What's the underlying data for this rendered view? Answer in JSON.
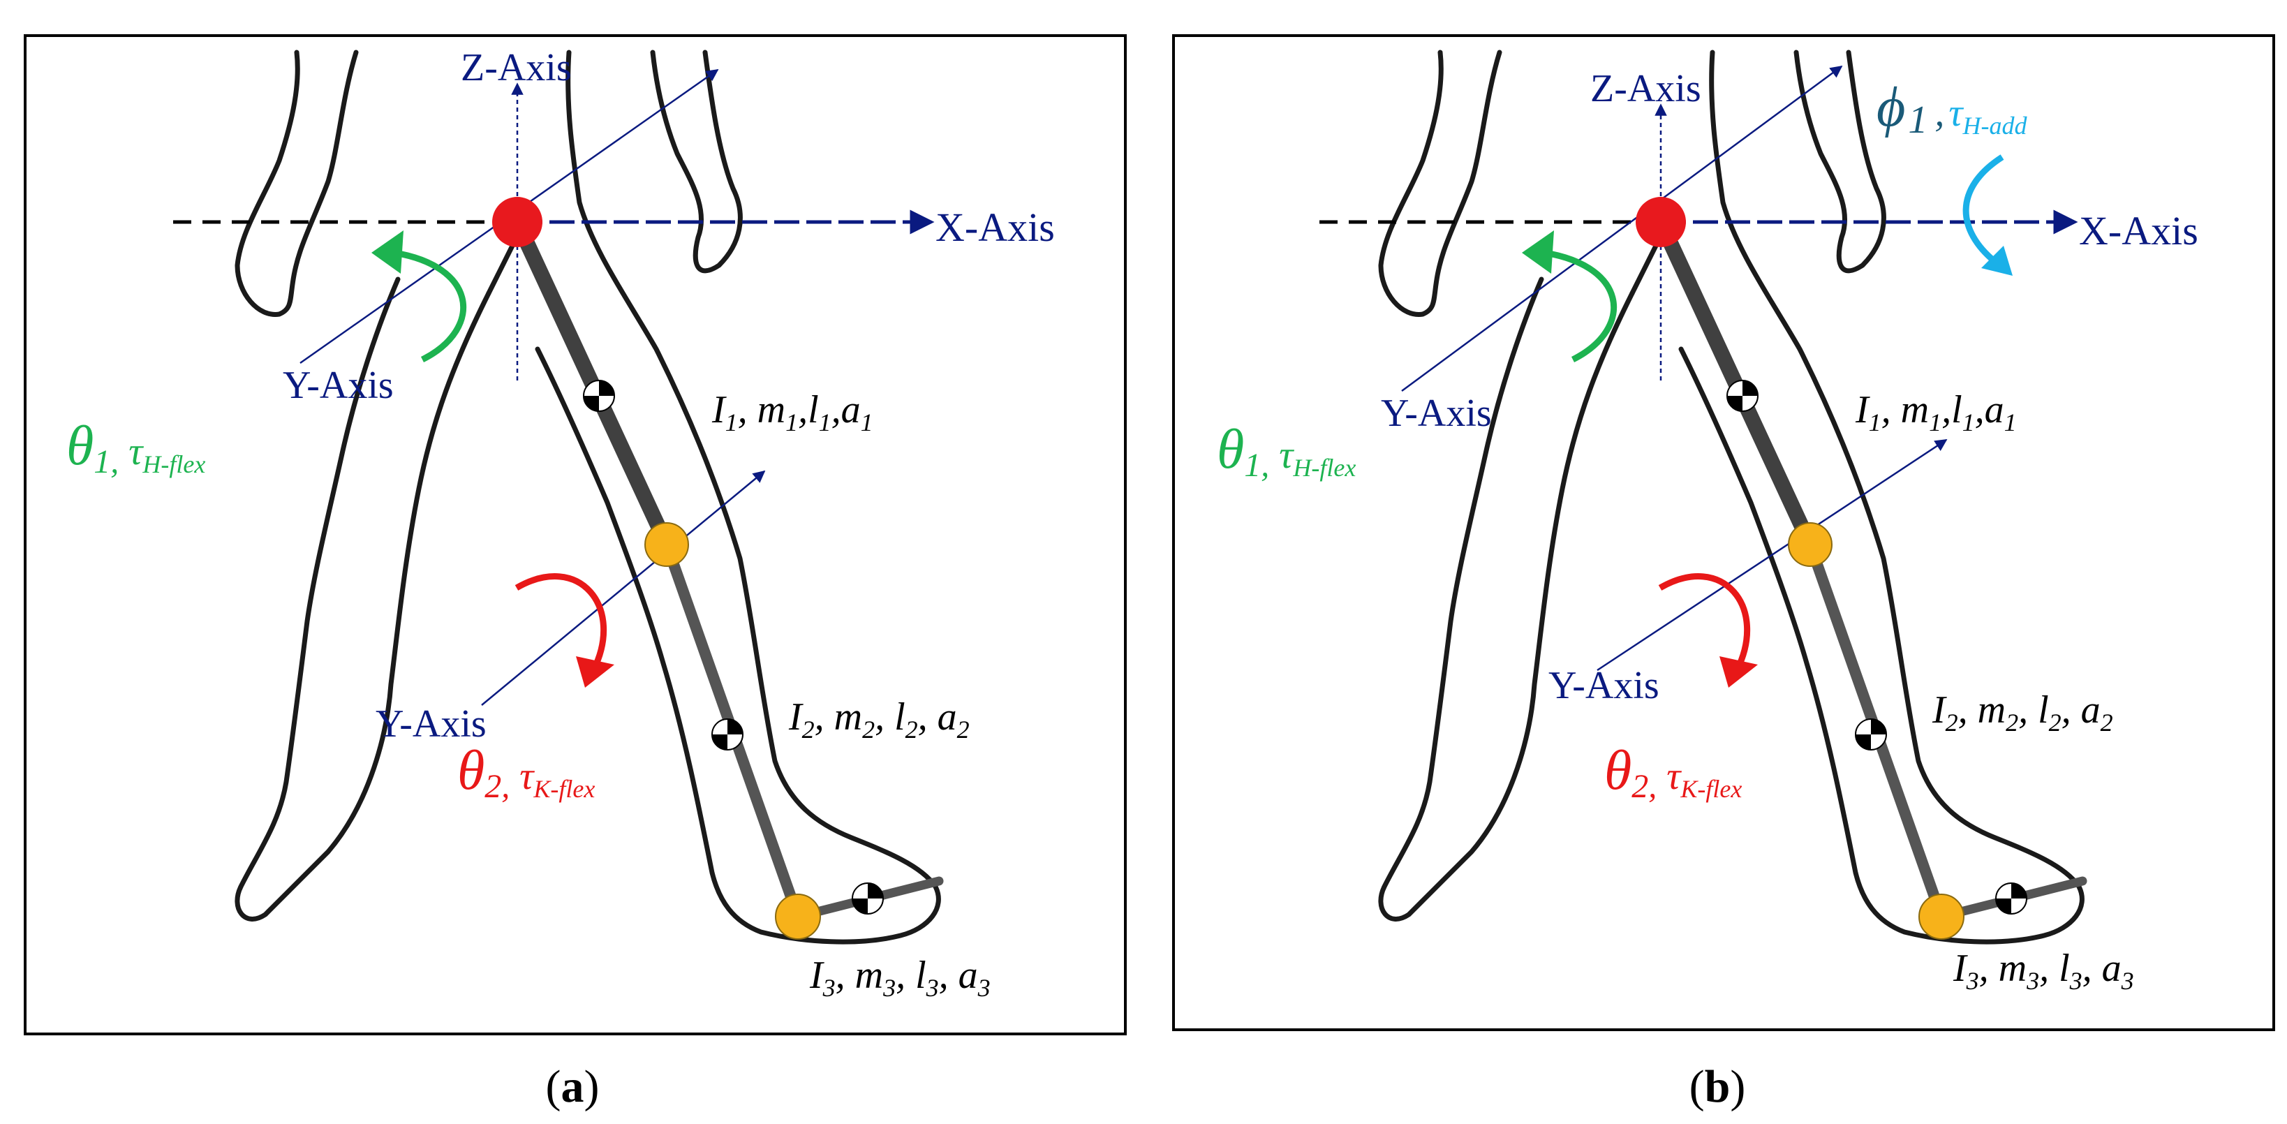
{
  "colors": {
    "axis": "#0a1a80",
    "theta1": "#1db350",
    "theta2": "#e81818",
    "phi": "#1ab0e8",
    "phi_text": "#1a5a78",
    "hip": "#e8191e",
    "joint": "#f7b21a",
    "segment": "#404040",
    "outline": "#1a1a1a"
  },
  "axes": {
    "z": "Z-Axis",
    "x": "X-Axis",
    "y": "Y-Axis"
  },
  "segments": {
    "s1": {
      "I": "I",
      "m": "m",
      "l": "l",
      "a": "a",
      "sub": "1"
    },
    "s2": {
      "I": "I",
      "m": "m",
      "l": "l",
      "a": "a",
      "sub": "2"
    },
    "s3": {
      "I": "I",
      "m": "m",
      "l": "l",
      "a": "a",
      "sub": "3"
    }
  },
  "angles": {
    "theta": "θ",
    "phi": "ϕ",
    "tau": "τ",
    "theta1_sub": "1,",
    "theta2_sub": "2,",
    "phi1_sub": "1",
    "phi_comma": ",",
    "hip_flex": "H-flex",
    "knee_flex": "K-flex",
    "hip_add": "H-add"
  },
  "captions": {
    "a": "a",
    "b": "b"
  }
}
